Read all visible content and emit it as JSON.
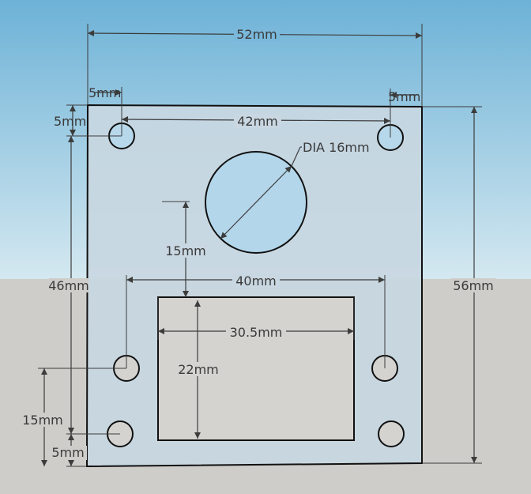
{
  "colors": {
    "sky_top": "#6fb3d8",
    "sky_bottom": "#d2e6ef",
    "ground": "#cfcdc9",
    "plate": "#c7d6e0",
    "line": "#3c3c3c"
  },
  "dimensions": {
    "overall_width": "52mm",
    "overall_height": "56mm",
    "hole_offset_left_x": "5mm",
    "hole_offset_right_x": "5mm",
    "hole_offset_top_y": "5mm",
    "top_hole_spacing": "42mm",
    "big_hole_diameter": "DIA 16mm",
    "hole_to_window": "15mm",
    "lower_hole_spacing": "40mm",
    "window_width": "30.5mm",
    "window_height": "22mm",
    "left_height": "46mm",
    "lower_hole_spacing_y": "15mm",
    "hole_offset_bottom_y": "5mm"
  }
}
